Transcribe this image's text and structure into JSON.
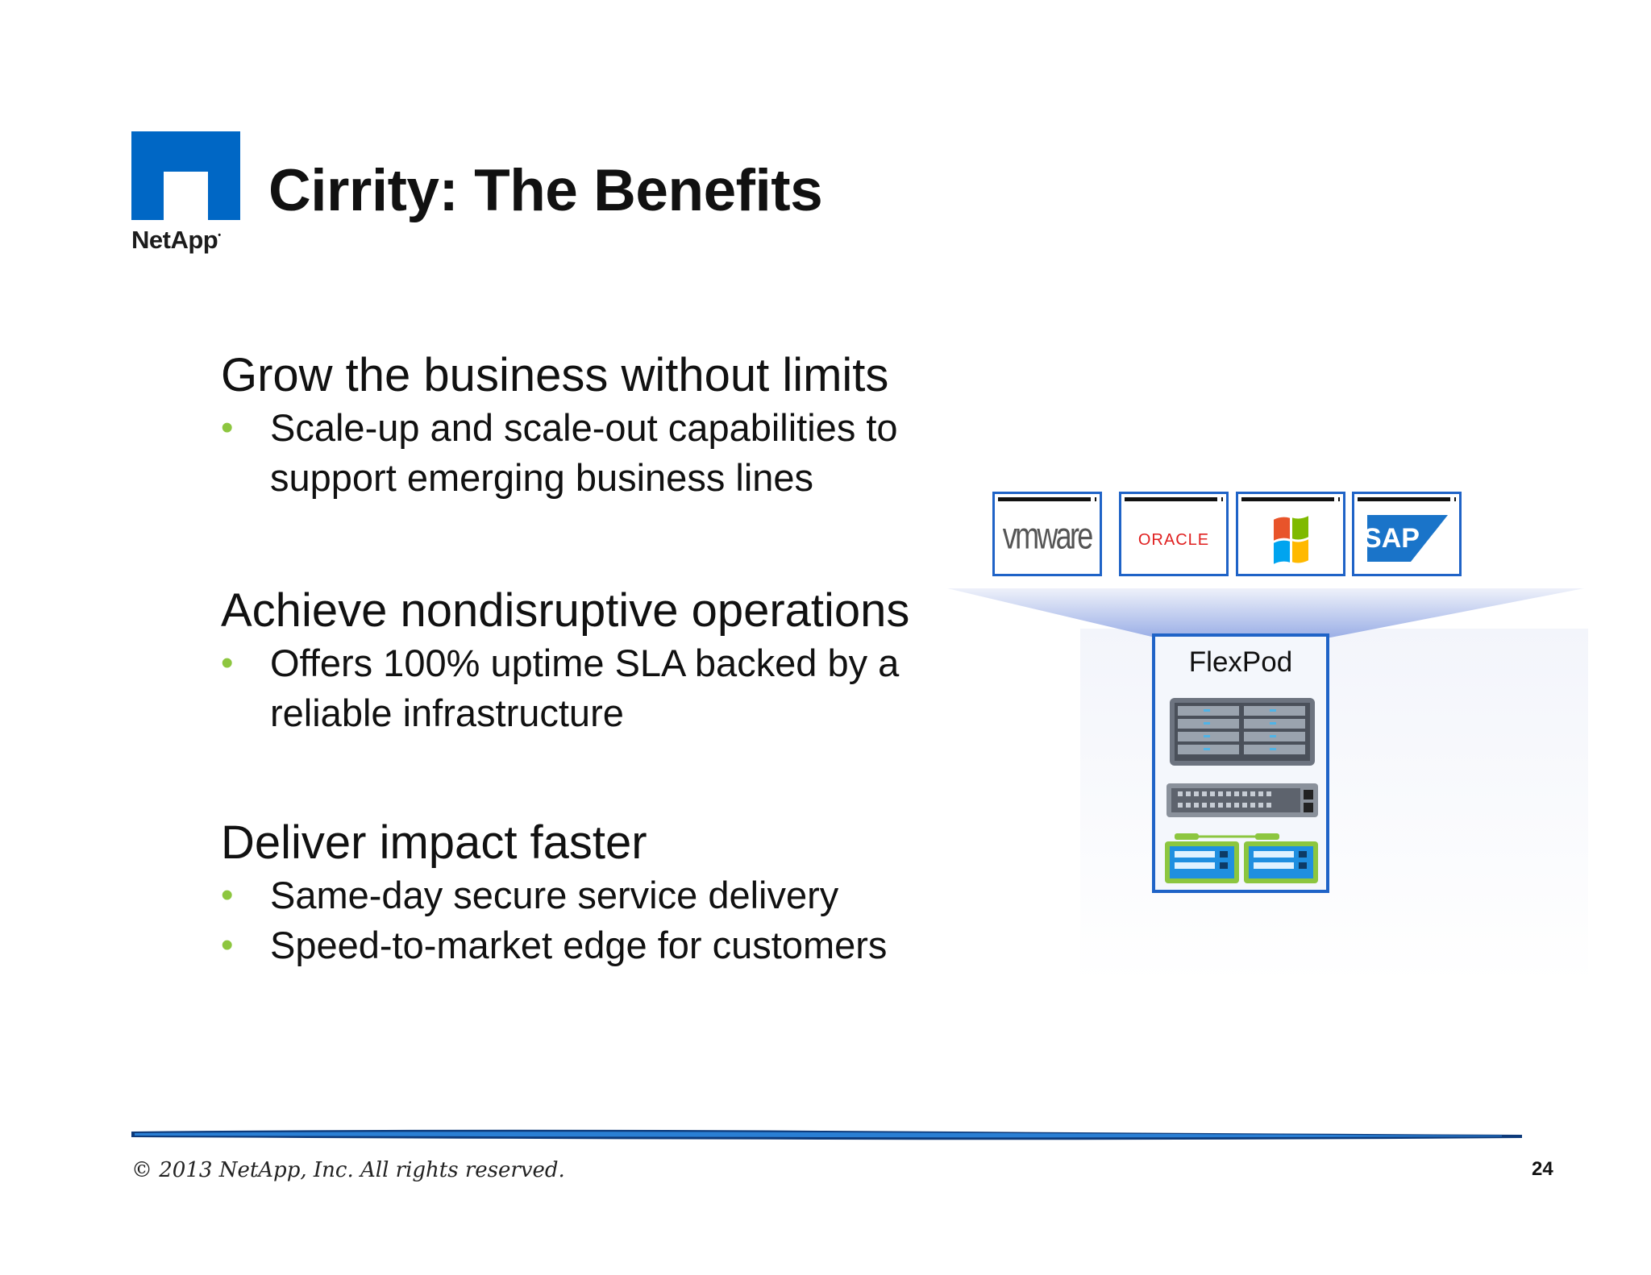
{
  "header": {
    "brand": "NetApp",
    "title": "Cirrity: The Benefits"
  },
  "sections": [
    {
      "heading": "Grow the business without limits",
      "bullets": [
        "Scale-up and scale-out capabilities to support emerging business lines"
      ]
    },
    {
      "heading": "Achieve nondisruptive operations",
      "bullets": [
        "Offers 100% uptime SLA backed by a reliable infrastructure"
      ]
    },
    {
      "heading": "Deliver impact faster",
      "bullets": [
        "Same-day secure service delivery",
        "Speed-to-market edge for customers"
      ]
    }
  ],
  "diagram": {
    "apps": [
      "vmware-logo",
      "oracle-logo",
      "windows-logo",
      "sap-logo"
    ],
    "apps_text": {
      "vmware": "vmware",
      "oracle": "ORACLE",
      "sap": "SAP"
    },
    "platform_label": "FlexPod"
  },
  "footer": {
    "copyright": "© 2013 NetApp, Inc. All rights reserved.",
    "page_number": "24"
  },
  "colors": {
    "brand_blue": "#0067c5",
    "tile_border": "#1f63c7",
    "bullet_green": "#8dc63f"
  }
}
